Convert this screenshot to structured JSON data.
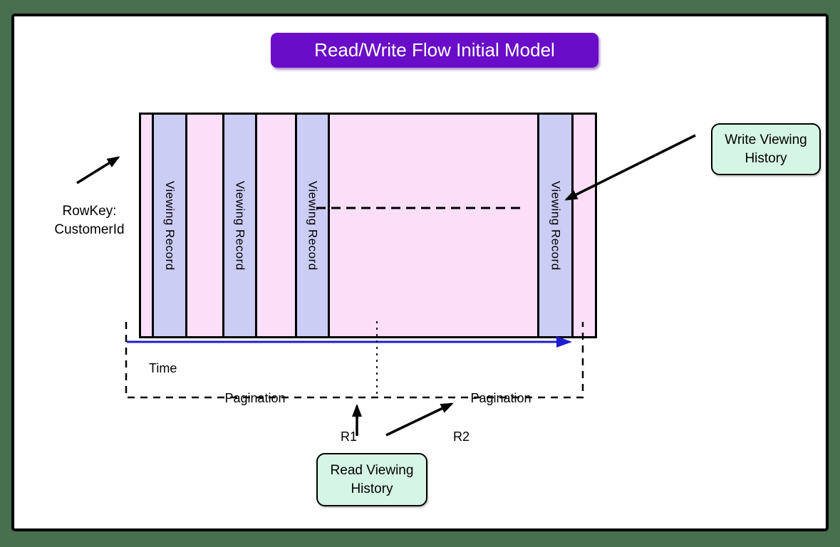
{
  "title": "Read/Write Flow Initial Model",
  "table": {
    "rowkey_annotation": "RowKey:\nCustomerId",
    "columns": [
      "Viewing Record",
      "Viewing Record",
      "Viewing Record",
      "Viewing Record"
    ]
  },
  "timeline": {
    "time_label": "Time",
    "pagination_left": "Pagination",
    "pagination_right": "Pagination"
  },
  "reads": {
    "box_label": "Read Viewing\nHistory",
    "r1_label": "R1",
    "r2_label": "R2"
  },
  "writes": {
    "box_label": "Write Viewing\nHistory"
  },
  "colors": {
    "background_green": "#48704E",
    "title_purple": "#6A0DC8",
    "row_pink": "#FBDFF9",
    "record_lavender": "#CBCDF5",
    "action_mint": "#D6F6E5",
    "time_arrow_blue": "#1D1DCE"
  }
}
